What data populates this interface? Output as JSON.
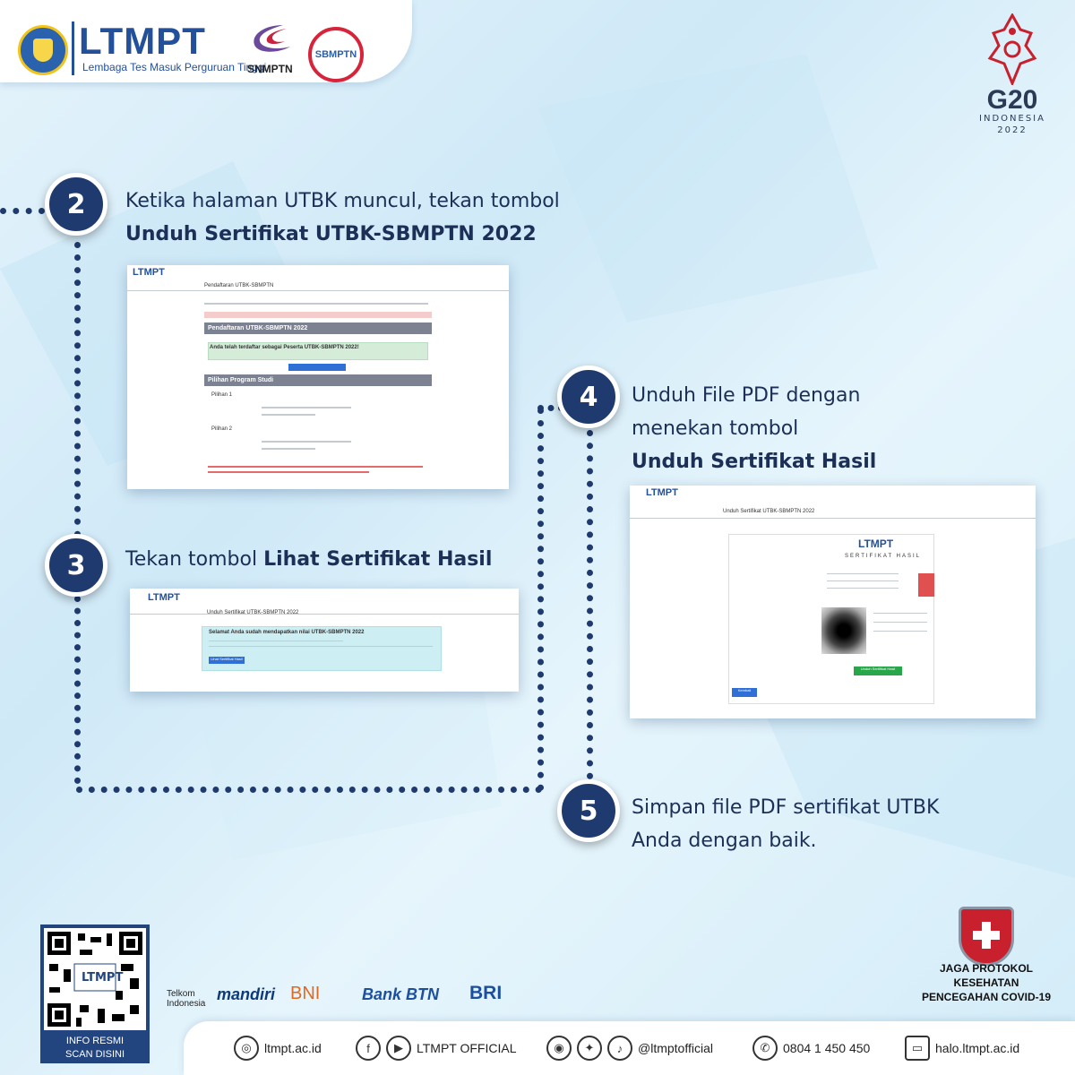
{
  "header": {
    "brand": "LTMPT",
    "brand_subtitle": "Lembaga Tes Masuk Perguruan Tinggi",
    "logo_snmptn": "SNMPTN",
    "logo_sbmptn": "SBMPTN"
  },
  "g20": {
    "title": "G20",
    "country": "INDONESIA",
    "year": "2022"
  },
  "steps": [
    {
      "number": "2",
      "text": "Ketika halaman UTBK muncul, tekan tombol",
      "bold": "Unduh Sertifikat UTBK-SBMPTN 2022"
    },
    {
      "number": "3",
      "text": "Tekan tombol ",
      "bold": "Lihat Sertifikat Hasil"
    },
    {
      "number": "4",
      "line1": "Unduh File PDF dengan",
      "line2": "menekan tombol",
      "bold": "Unduh Sertifikat Hasil"
    },
    {
      "number": "5",
      "line1": "Simpan file PDF sertifikat UTBK",
      "line2": "Anda dengan baik."
    }
  ],
  "screens": {
    "s2": {
      "logo": "LTMPT",
      "page_title": "Pendaftaran UTBK-SBMPTN",
      "section": "Pendaftaran UTBK-SBMPTN 2022",
      "notice": "Anda telah terdaftar sebagai Peserta UTBK-SBMPTN 2022!",
      "program": "Pilihan Program Studi",
      "choice1": "Pilihan 1",
      "choice2": "Pilihan 2"
    },
    "s3": {
      "logo": "LTMPT",
      "page_title": "Unduh Sertifikat UTBK-SBMPTN 2022",
      "notice": "Selamat Anda sudah mendapatkan nilai UTBK-SBMPTN 2022",
      "button": "Lihat Sertifikat Hasil"
    },
    "s4": {
      "logo": "LTMPT",
      "page_title": "Unduh Sertifikat UTBK-SBMPTN 2022",
      "cert_logo": "LTMPT",
      "cert_title": "SERTIFIKAT HASIL",
      "button": "Unduh Sertifikat Hasil",
      "back": "Kembali"
    }
  },
  "qr": {
    "label1": "INFO RESMI",
    "label2": "SCAN DISINI",
    "logo": "LTMPT"
  },
  "sponsors": [
    "Telkom Indonesia",
    "mandiri",
    "BNI",
    "Bank BTN",
    "BRI"
  ],
  "covid": {
    "line1": "JAGA PROTOKOL",
    "line2": "KESEHATAN",
    "line3": "PENCEGAHAN COVID-19"
  },
  "footer": {
    "website": "ltmpt.ac.id",
    "social_official": "LTMPT OFFICIAL",
    "social_handle": "@ltmptofficial",
    "phone": "0804 1 450 450",
    "helpdesk": "halo.ltmpt.ac.id"
  }
}
